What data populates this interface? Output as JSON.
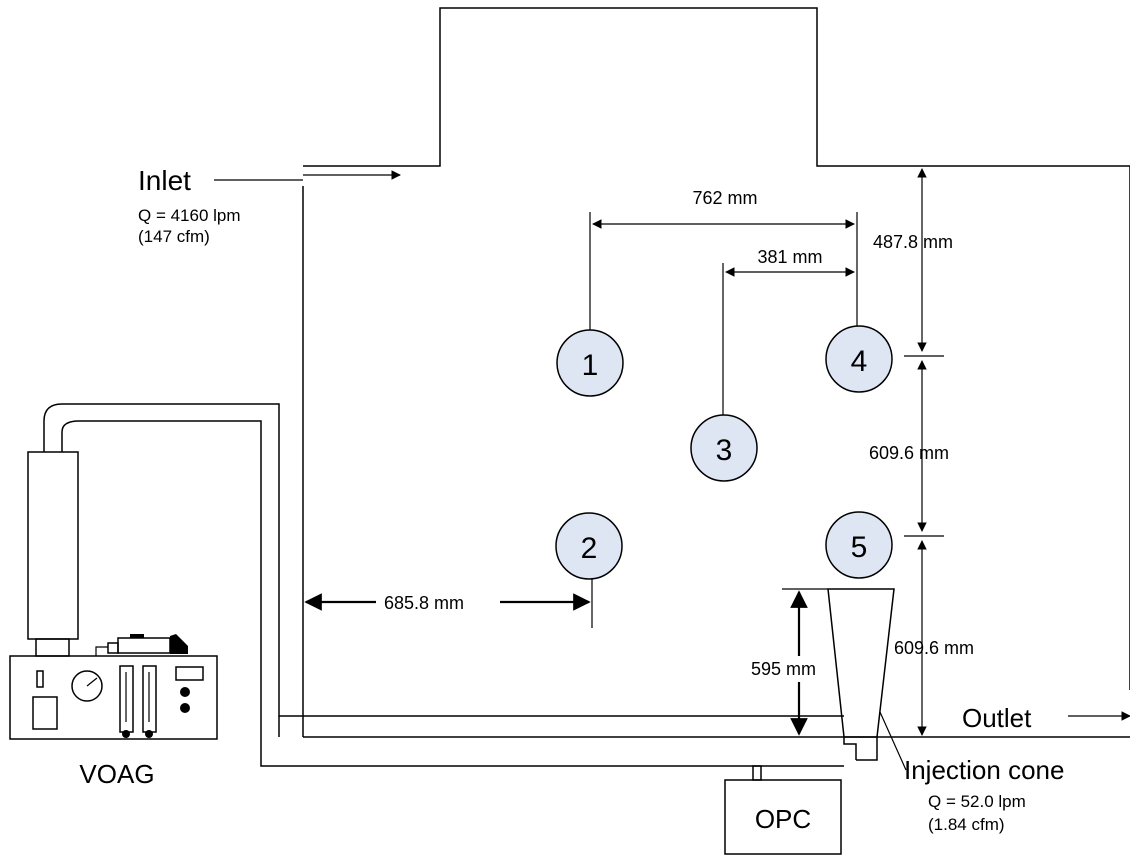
{
  "labels": {
    "inlet": "Inlet",
    "inlet_q": "Q = 4160 lpm",
    "inlet_cfm": "(147 cfm)",
    "outlet": "Outlet",
    "voag": "VOAG",
    "opc": "OPC",
    "injection_cone": "Injection cone",
    "cone_q": "Q = 52.0 lpm",
    "cone_cfm": "(1.84 cfm)"
  },
  "dimensions": {
    "d762": "762 mm",
    "d381": "381 mm",
    "d4878": "487.8 mm",
    "d6096_mid": "609.6 mm",
    "d6096_low": "609.6 mm",
    "d6858": "685.8 mm",
    "d595": "595 mm"
  },
  "points": [
    "1",
    "2",
    "3",
    "4",
    "5"
  ],
  "colors": {
    "point_fill": "#dfe6f3",
    "line": "#000000"
  }
}
